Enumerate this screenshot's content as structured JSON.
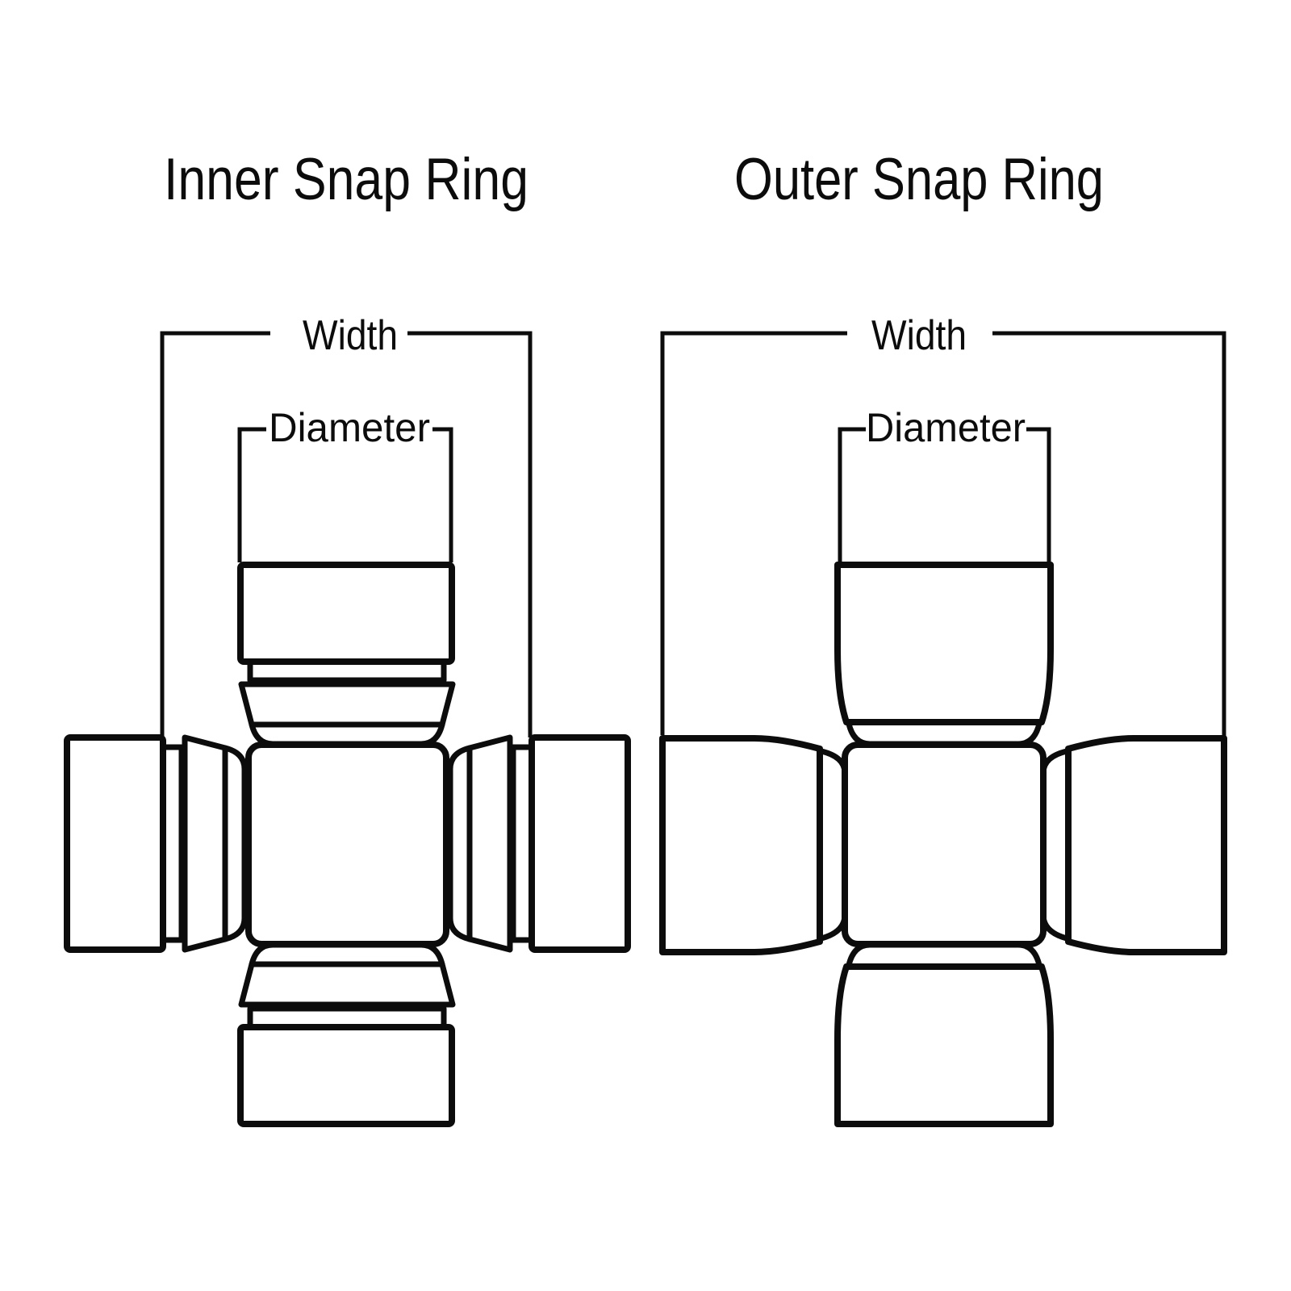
{
  "canvas": {
    "background_color": "#ffffff",
    "line_color": "#0c0c0c"
  },
  "diagrams": [
    {
      "title": "Inner Snap Ring",
      "width_label": "Width",
      "diameter_label": "Diameter"
    },
    {
      "title": "Outer Snap Ring",
      "width_label": "Width",
      "diameter_label": "Diameter"
    }
  ]
}
